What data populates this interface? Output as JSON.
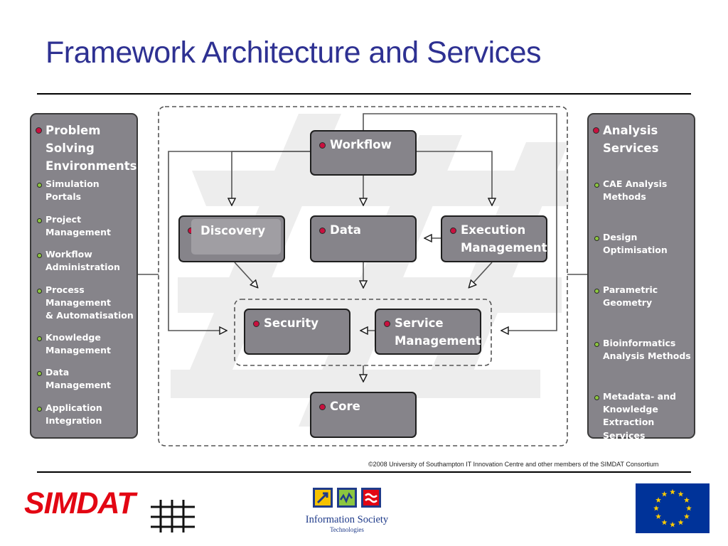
{
  "slide": {
    "title": "Framework Architecture and Services",
    "copyright": "©2008 University of Southampton IT Innovation Centre and other members of the SIMDAT Consortium"
  },
  "left_panel": {
    "heading": [
      "Problem",
      "Solving",
      "Environments"
    ],
    "items": [
      [
        "Simulation",
        "Portals"
      ],
      [
        "Project",
        "Management"
      ],
      [
        "Workflow",
        "Administration"
      ],
      [
        "Process",
        "Management",
        "& Automatisation"
      ],
      [
        "Knowledge",
        "Management"
      ],
      [
        "Data",
        "Management"
      ],
      [
        "Application",
        "Integration"
      ]
    ]
  },
  "right_panel": {
    "heading": [
      "Analysis",
      "Services"
    ],
    "items": [
      [
        "CAE Analysis",
        "Methods"
      ],
      [
        "Design",
        "Optimisation"
      ],
      [
        "Parametric",
        "Geometry"
      ],
      [
        "Bioinformatics",
        "Analysis Methods"
      ],
      [
        "Metadata- and",
        "Knowledge",
        "Extraction Services"
      ]
    ]
  },
  "boxes": {
    "workflow": "Workflow",
    "discovery": "Discovery",
    "data": "Data",
    "execution": [
      "Execution",
      "Management"
    ],
    "security": "Security",
    "service": [
      "Service",
      "Management"
    ],
    "core": "Core"
  },
  "logos": {
    "simdat": "SIMDAT",
    "ist_line1": "Information Society",
    "ist_line2": "Technologies"
  },
  "colors": {
    "title": "#2e3192",
    "box_fill": "#86848a",
    "bullet_red": "#c8103e",
    "bullet_green": "#8cc63f",
    "simdat_red": "#e30613",
    "eu_blue": "#003399",
    "eu_star": "#ffcc00"
  }
}
